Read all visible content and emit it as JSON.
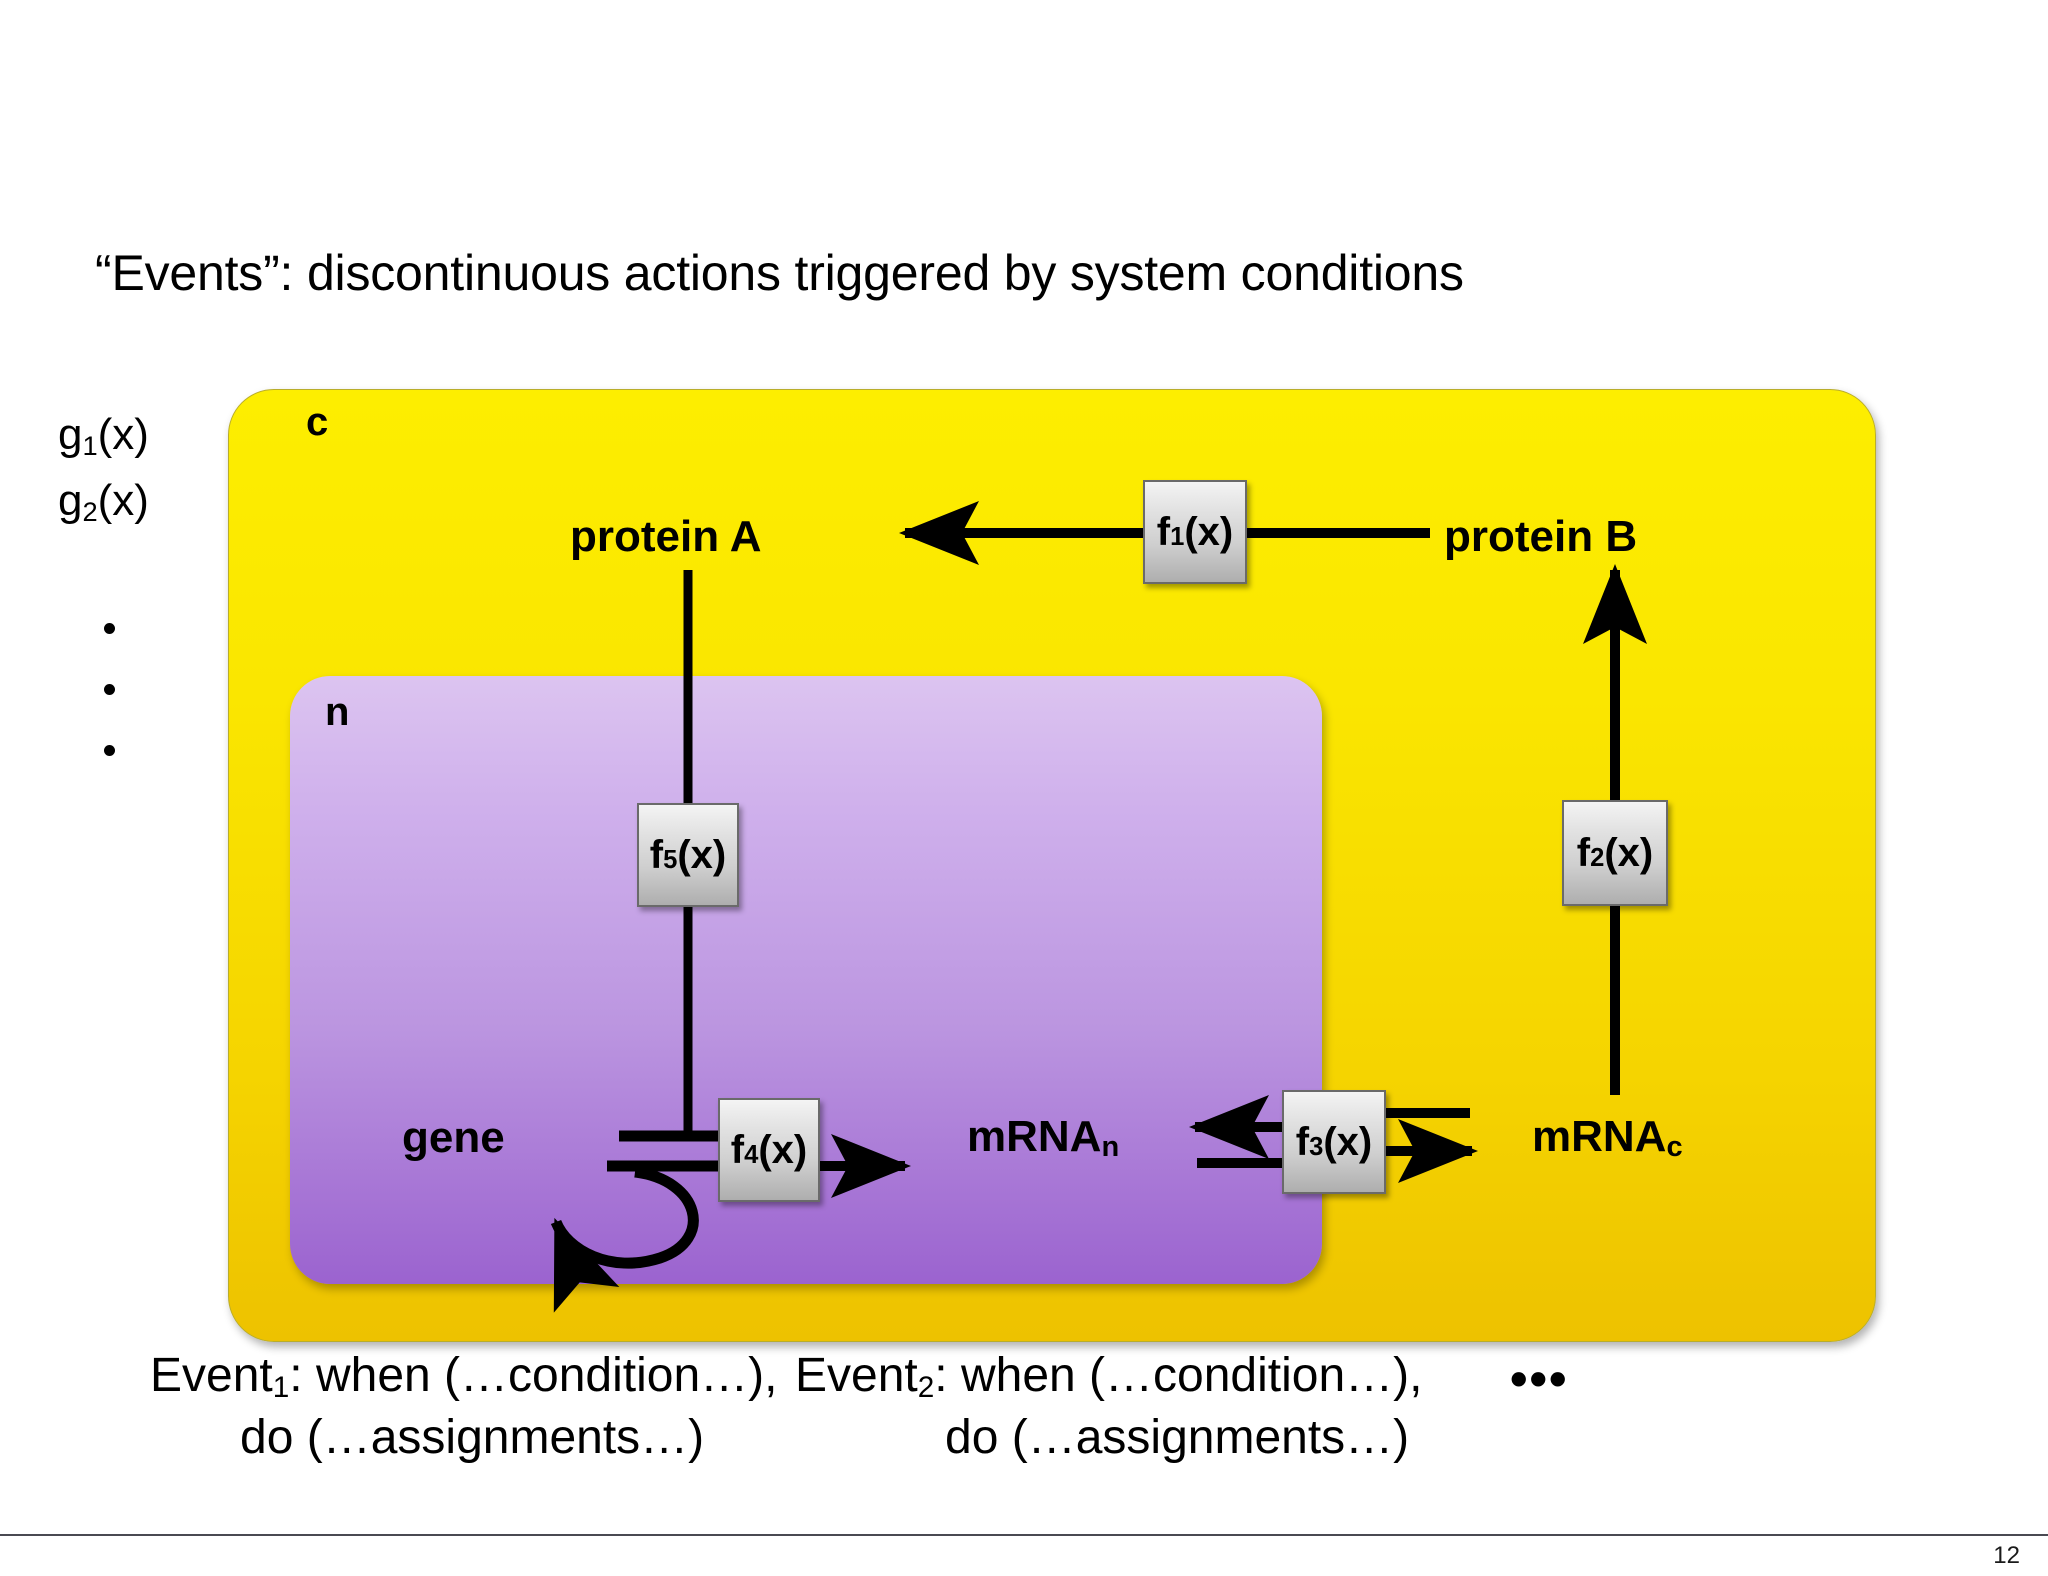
{
  "slide": {
    "title": "“Events”: discontinuous actions triggered by system conditions",
    "page_number": "12"
  },
  "rate_laws": {
    "g1": "g₁(x)",
    "g1_base": "g",
    "g1_sub": "1",
    "g1_arg": "(x)",
    "g2_base": "g",
    "g2_sub": "2",
    "g2_arg": "(x)",
    "ellipsis_note": "vertical dots"
  },
  "compartments": {
    "cytoplasm": {
      "label": "c",
      "color": "#FAE600",
      "name": "cytoplasm"
    },
    "nucleus": {
      "label": "n",
      "color": "#BB95E0",
      "name": "nucleus"
    }
  },
  "species": {
    "protein_a": "protein A",
    "protein_b": "protein B",
    "gene": "gene",
    "mrna_n_base": "mRNA",
    "mrna_n_sub": "n",
    "mrna_c_base": "mRNA",
    "mrna_c_sub": "c"
  },
  "functions": {
    "f1_base": "f",
    "f1_sub": "1",
    "f1_arg": "(x)",
    "f2_base": "f",
    "f2_sub": "2",
    "f2_arg": "(x)",
    "f3_base": "f",
    "f3_sub": "3",
    "f3_arg": "(x)",
    "f4_base": "f",
    "f4_sub": "4",
    "f4_arg": "(x)",
    "f5_base": "f",
    "f5_sub": "5",
    "f5_arg": "(x)"
  },
  "events": {
    "event1_when_prefix": "Event",
    "event1_sub": "1",
    "event1_when_text": ": when (…condition…),",
    "event1_do": "do (…assignments…)",
    "event2_when_prefix": "Event",
    "event2_sub": "2",
    "event2_when_text": ": when (…condition…),",
    "event2_do": "do (…assignments…)",
    "more": "•••"
  },
  "chart_data": {
    "type": "diagram",
    "title": "“Events”: discontinuous actions triggered by system conditions",
    "nodes": [
      {
        "id": "protein_a",
        "label": "protein A",
        "compartment": "cytoplasm"
      },
      {
        "id": "protein_b",
        "label": "protein B",
        "compartment": "cytoplasm"
      },
      {
        "id": "mrna_c",
        "label": "mRNAc",
        "compartment": "cytoplasm"
      },
      {
        "id": "gene",
        "label": "gene",
        "compartment": "nucleus"
      },
      {
        "id": "mrna_n",
        "label": "mRNAn",
        "compartment": "nucleus"
      }
    ],
    "edges": [
      {
        "from": "protein_b",
        "to": "protein_a",
        "rate": "f1(x)",
        "kind": "arrow"
      },
      {
        "from": "mrna_c",
        "to": "protein_b",
        "rate": "f2(x)",
        "kind": "arrow"
      },
      {
        "from": "mrna_n",
        "to": "mrna_c",
        "rate": "f3(x)",
        "kind": "reversible"
      },
      {
        "from": "gene",
        "to": "mrna_n",
        "rate": "f4(x)",
        "kind": "arrow"
      },
      {
        "from": "protein_a",
        "to": "gene",
        "rate": "f5(x)",
        "kind": "inhibition"
      },
      {
        "from": "gene",
        "to": "gene",
        "rate": "",
        "kind": "self-loop"
      }
    ]
  }
}
